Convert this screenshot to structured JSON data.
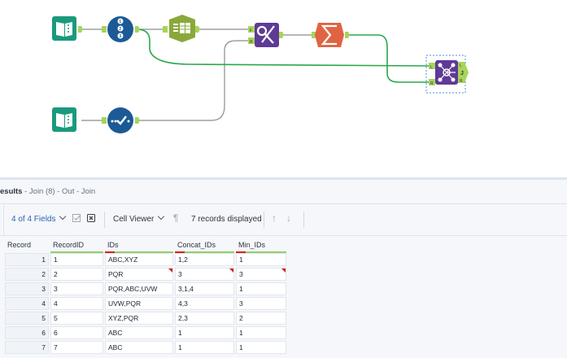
{
  "workflow": {
    "tools": [
      {
        "id": "input-1",
        "type": "input-data",
        "color": "#1a9a7c"
      },
      {
        "id": "record-id",
        "type": "record-id",
        "color": "#1c5a96"
      },
      {
        "id": "select",
        "type": "select-records",
        "color": "#8aa83a"
      },
      {
        "id": "find-replace",
        "type": "find-replace",
        "color": "#5f3a96",
        "anchors": [
          "F",
          "R"
        ]
      },
      {
        "id": "summarize",
        "type": "summarize",
        "color": "#e06444"
      },
      {
        "id": "join",
        "type": "join",
        "color": "#5f3a96",
        "input_anchors": [
          "L",
          "R"
        ],
        "output_anchors": [
          "L",
          "J",
          "R"
        ]
      },
      {
        "id": "input-2",
        "type": "input-data",
        "color": "#1a9a7c"
      },
      {
        "id": "data-cleansing",
        "type": "data-cleansing",
        "color": "#1c5a96"
      }
    ],
    "connection_colors": {
      "default": "#8c8c8c",
      "green": "#2aa84a",
      "anchor": "#a8d45a"
    }
  },
  "results": {
    "title": "esults",
    "subtitle": " - Join (8) - Out - Join",
    "toolbar": {
      "fields_label": "4 of 4 Fields",
      "cell_viewer_label": "Cell Viewer",
      "records_label": "7 records displayed"
    },
    "columns": [
      "Record",
      "RecordID",
      "IDs",
      "Concat_IDs",
      "Min_IDs"
    ],
    "rows": [
      {
        "record": "1",
        "RecordID": "1",
        "IDs": "ABC,XYZ",
        "Concat_IDs": "1,2",
        "Min_IDs": "1",
        "flags": []
      },
      {
        "record": "2",
        "RecordID": "2",
        "IDs": "PQR",
        "Concat_IDs": "3",
        "Min_IDs": "3",
        "flags": [
          "IDs",
          "Concat_IDs",
          "Min_IDs"
        ]
      },
      {
        "record": "3",
        "RecordID": "3",
        "IDs": "PQR,ABC,UVW",
        "Concat_IDs": "3,1,4",
        "Min_IDs": "1",
        "flags": []
      },
      {
        "record": "4",
        "RecordID": "4",
        "IDs": "UVW,PQR",
        "Concat_IDs": "4,3",
        "Min_IDs": "3",
        "flags": []
      },
      {
        "record": "5",
        "RecordID": "5",
        "IDs": "XYZ,PQR",
        "Concat_IDs": "2,3",
        "Min_IDs": "2",
        "flags": []
      },
      {
        "record": "6",
        "RecordID": "6",
        "IDs": "ABC",
        "Concat_IDs": "1",
        "Min_IDs": "1",
        "flags": []
      },
      {
        "record": "7",
        "RecordID": "7",
        "IDs": "ABC",
        "Concat_IDs": "1",
        "Min_IDs": "1",
        "flags": []
      }
    ]
  }
}
